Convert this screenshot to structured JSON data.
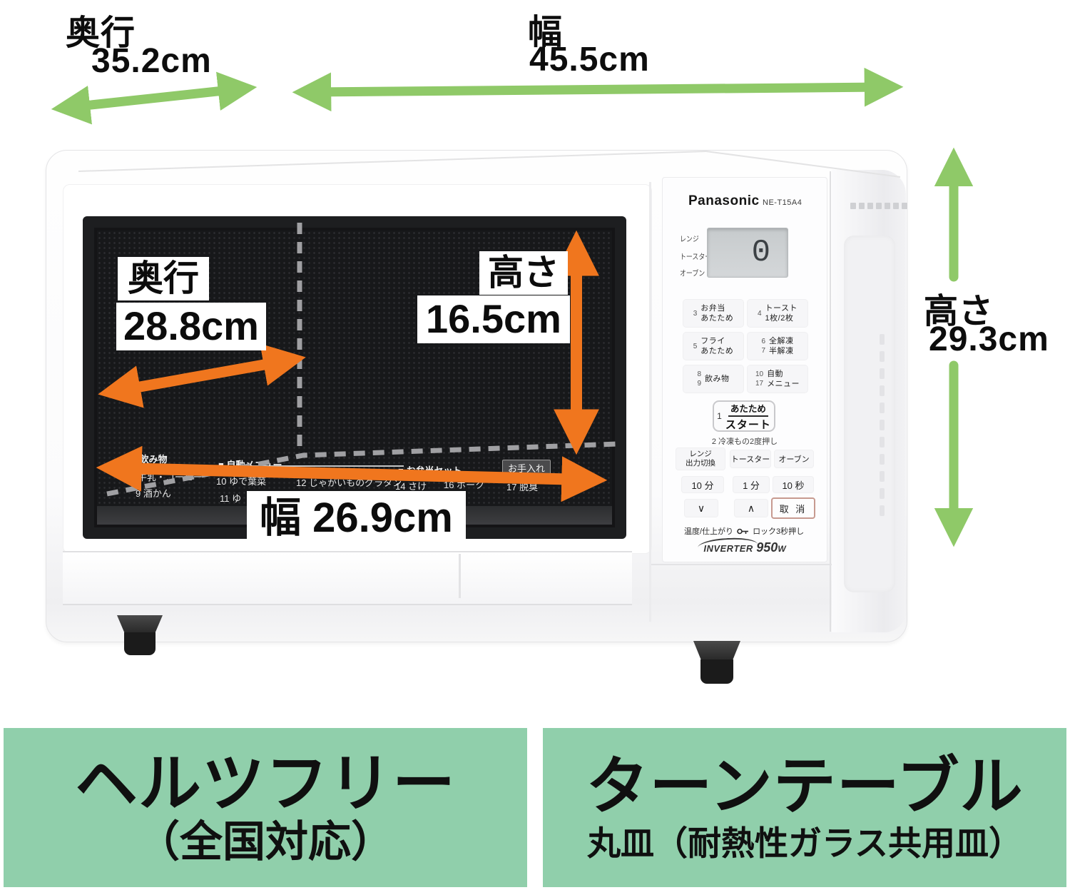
{
  "dims": {
    "depth": {
      "label": "奥行",
      "value": "35.2cm"
    },
    "width": {
      "label": "幅",
      "value": "45.5cm"
    },
    "height": {
      "label": "高さ",
      "value": "29.3cm"
    },
    "inner_depth": {
      "label": "奥行",
      "value": "28.8cm"
    },
    "inner_height": {
      "label": "高さ",
      "value": "16.5cm"
    },
    "inner_width": {
      "value": "幅 26.9cm"
    }
  },
  "panel": {
    "brand": "Panasonic",
    "model": "NE-T15A4",
    "display_modes": [
      "レンジ",
      "トースター",
      "オーブン"
    ],
    "display_value": "0",
    "mode_buttons": [
      {
        "num": "3",
        "label": "お弁当\nあたため"
      },
      {
        "num": "4",
        "label": "トースト\n1枚/2枚"
      },
      {
        "num": "5",
        "label": "フライ\nあたため"
      },
      {
        "num": "6\n7",
        "label": "全解凍\n半解凍"
      },
      {
        "num": "8\n9",
        "label": "飲み物"
      },
      {
        "num": "10\n17",
        "label": "自動\nメニュー"
      }
    ],
    "start_button": {
      "num": "1",
      "line1": "あたため",
      "line2": "スタート"
    },
    "start_note": "2 冷凍もの2度押し",
    "row_modes": [
      "レンジ\n出力切換",
      "トースター",
      "オーブン"
    ],
    "row_time": [
      "10 分",
      "1 分",
      "10 秒"
    ],
    "row_adjust": [
      "∨",
      "∧",
      "取 消"
    ],
    "footer_left": "温度/仕上がり",
    "footer_right": "ロック3秒押し",
    "inverter": {
      "name": "INVERTER",
      "power": "950",
      "unit": "W"
    }
  },
  "glass_menu": {
    "sec1": "■ 飲み物",
    "item8": "8 牛乳・コーヒー",
    "item9": "9 酒かん",
    "sec2": "■ 自動メニュー",
    "item10": "10 ゆで葉菜",
    "item11": "11 ゆ",
    "item12": "12 じゃがいものグラタン",
    "sec3": "■ お弁当セット",
    "item14": "14 さけ",
    "item16": "16 ポーク",
    "care": "お手入れ",
    "item17": "17 脱臭"
  },
  "banners": {
    "left": {
      "title": "ヘルツフリー",
      "subtitle": "（全国対応）"
    },
    "right": {
      "title": "ターンテーブル",
      "subtitle": "丸皿（耐熱性ガラス共用皿）"
    }
  },
  "colors": {
    "dimension_arrow_green": "#8fc968",
    "cavity_arrow_orange": "#f0761e",
    "banner_green": "#90cfab",
    "cancel_button_border": "#c79a90"
  }
}
